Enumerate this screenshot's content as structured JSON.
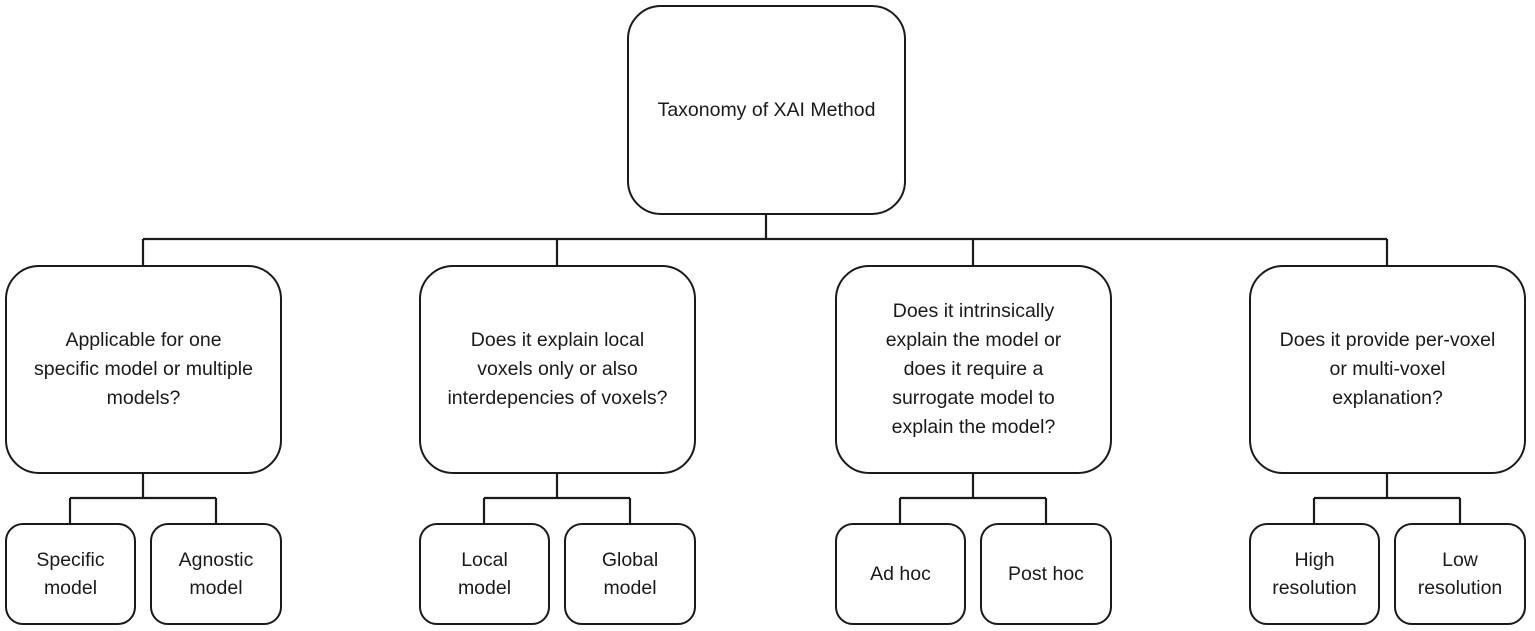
{
  "diagram": {
    "root": {
      "label": "Taxonomy of XAI Method"
    },
    "branches": [
      {
        "question": "Applicable for one\nspecific model or multiple\nmodels?",
        "leaves": [
          "Specific\nmodel",
          "Agnostic\nmodel"
        ]
      },
      {
        "question": "Does it explain local\nvoxels only or also\ninterdepencies of voxels?",
        "leaves": [
          "Local\nmodel",
          "Global\nmodel"
        ]
      },
      {
        "question": "Does it intrinsically\nexplain the model or\ndoes it require a\nsurrogate model to\nexplain the model?",
        "leaves": [
          "Ad hoc",
          "Post hoc"
        ]
      },
      {
        "question": "Does it provide per-voxel\nor multi-voxel\nexplanation?",
        "leaves": [
          "High\nresolution",
          "Low\nresolution"
        ]
      }
    ]
  }
}
